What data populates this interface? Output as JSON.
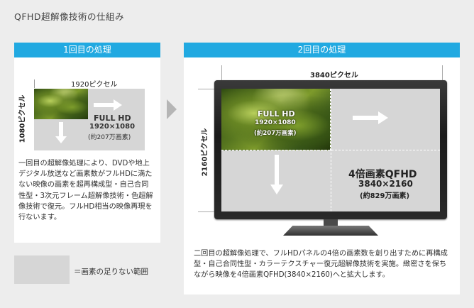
{
  "page_title": "QFHD超解像技術の仕組み",
  "left": {
    "header": "1回目の処理",
    "width_label": "1920ピクセル",
    "height_label": "1080ピクセル",
    "fullhd_title": "FULL HD",
    "fullhd_res": "1920×1080",
    "fullhd_pixels": "(約207万画素)",
    "description": "一回目の超解像処理により、DVDや地上デジタル放送など画素数がフルHDに満たない映像の画素を超再構成型・自己合同性型・3次元フレーム超解像技術・色超解像技術で復元。フルHD相当の映像再現を行ないます。"
  },
  "legend": {
    "text": "＝画素の足りない範囲",
    "swatch_color": "#d6d6d6"
  },
  "right": {
    "header": "2回目の処理",
    "width_label": "3840ピクセル",
    "height_label": "2160ピクセル",
    "fullhd_title": "FULL HD",
    "fullhd_res": "1920×1080",
    "fullhd_pixels": "(約207万画素)",
    "qfhd_title": "4倍画素QFHD",
    "qfhd_res": "3840×2160",
    "qfhd_pixels": "(約829万画素)",
    "description": "二回目の超解像処理で、フルHDパネルの4倍の画素数を創り出すために再構成型・自己合同性型・カラーテクスチャー復元超解像技術を実施。緻密さを保ちながら映像を4倍画素QFHD(3840×2160)へと拡大します。"
  },
  "colors": {
    "accent": "#21a9e1",
    "gap_gray": "#d6d6d6",
    "background": "#ededed"
  }
}
